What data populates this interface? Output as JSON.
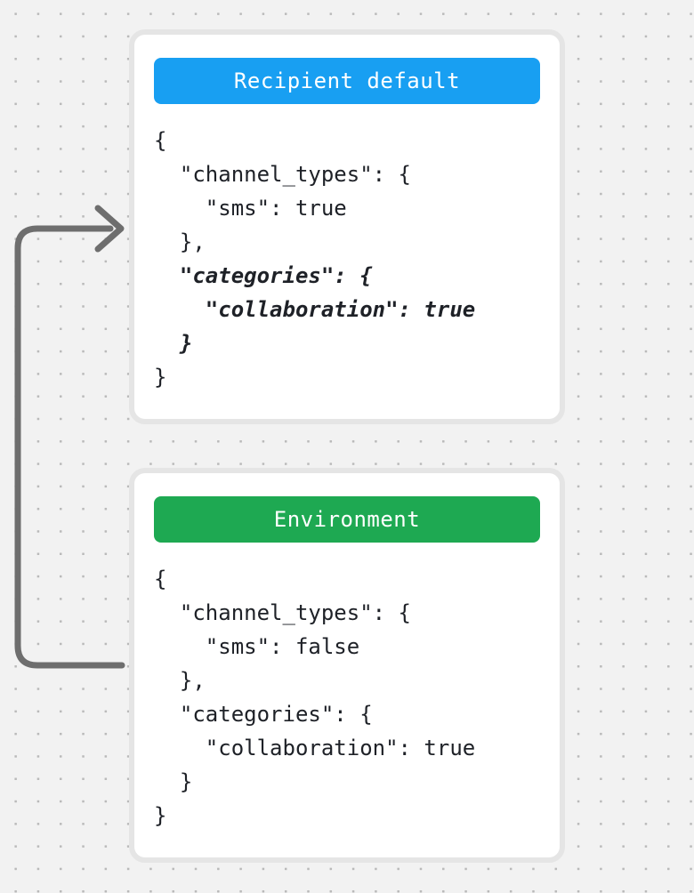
{
  "canvas": {
    "bg_color": "#f2f2f2",
    "dot_color": "#bababa",
    "arrow_color": "#6e6e6e",
    "card_border_color": "#e5e5e5"
  },
  "arrow": {
    "direction": "from-environment-to-recipient-default"
  },
  "cards": [
    {
      "id": "recipient-default",
      "header": {
        "label": "Recipient default",
        "bg_color": "#189ff2",
        "text_color": "#ffffff"
      },
      "code_lines": [
        {
          "text": "{",
          "emphasis": false
        },
        {
          "text": "  \"channel_types\": {",
          "emphasis": false
        },
        {
          "text": "    \"sms\": true",
          "emphasis": false
        },
        {
          "text": "  },",
          "emphasis": false
        },
        {
          "text": "  \"categories\": {",
          "emphasis": true
        },
        {
          "text": "    \"collaboration\": true",
          "emphasis": true
        },
        {
          "text": "  }",
          "emphasis": true
        },
        {
          "text": "}",
          "emphasis": false
        }
      ]
    },
    {
      "id": "environment",
      "header": {
        "label": "Environment",
        "bg_color": "#1ea952",
        "text_color": "#ffffff"
      },
      "code_lines": [
        {
          "text": "{",
          "emphasis": false
        },
        {
          "text": "  \"channel_types\": {",
          "emphasis": false
        },
        {
          "text": "    \"sms\": false",
          "emphasis": false
        },
        {
          "text": "  },",
          "emphasis": false
        },
        {
          "text": "  \"categories\": {",
          "emphasis": false
        },
        {
          "text": "    \"collaboration\": true",
          "emphasis": false
        },
        {
          "text": "  }",
          "emphasis": false
        },
        {
          "text": "}",
          "emphasis": false
        }
      ]
    }
  ]
}
